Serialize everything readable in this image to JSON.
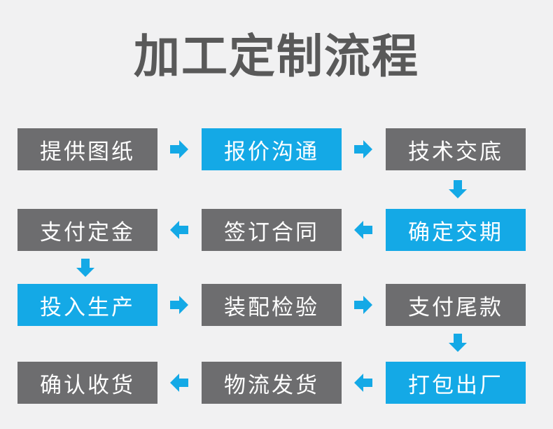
{
  "title": "加工定制流程",
  "colors": {
    "background": "#f1f1f2",
    "gray_step": "#6d6d6f",
    "blue_step": "#14a9e6",
    "arrow": "#14a9e6",
    "title": "#595959"
  },
  "steps": [
    {
      "label": "提供图纸",
      "color": "gray"
    },
    {
      "label": "报价沟通",
      "color": "blue"
    },
    {
      "label": "技术交底",
      "color": "gray"
    },
    {
      "label": "确定交期",
      "color": "blue"
    },
    {
      "label": "签订合同",
      "color": "gray"
    },
    {
      "label": "支付定金",
      "color": "gray"
    },
    {
      "label": "投入生产",
      "color": "blue"
    },
    {
      "label": "装配检验",
      "color": "gray"
    },
    {
      "label": "支付尾款",
      "color": "gray"
    },
    {
      "label": "打包出厂",
      "color": "blue"
    },
    {
      "label": "物流发货",
      "color": "gray"
    },
    {
      "label": "确认收货",
      "color": "gray"
    }
  ],
  "arrows": [
    "right",
    "right",
    "down",
    "left",
    "left",
    "down",
    "right",
    "right",
    "down",
    "left",
    "left"
  ]
}
